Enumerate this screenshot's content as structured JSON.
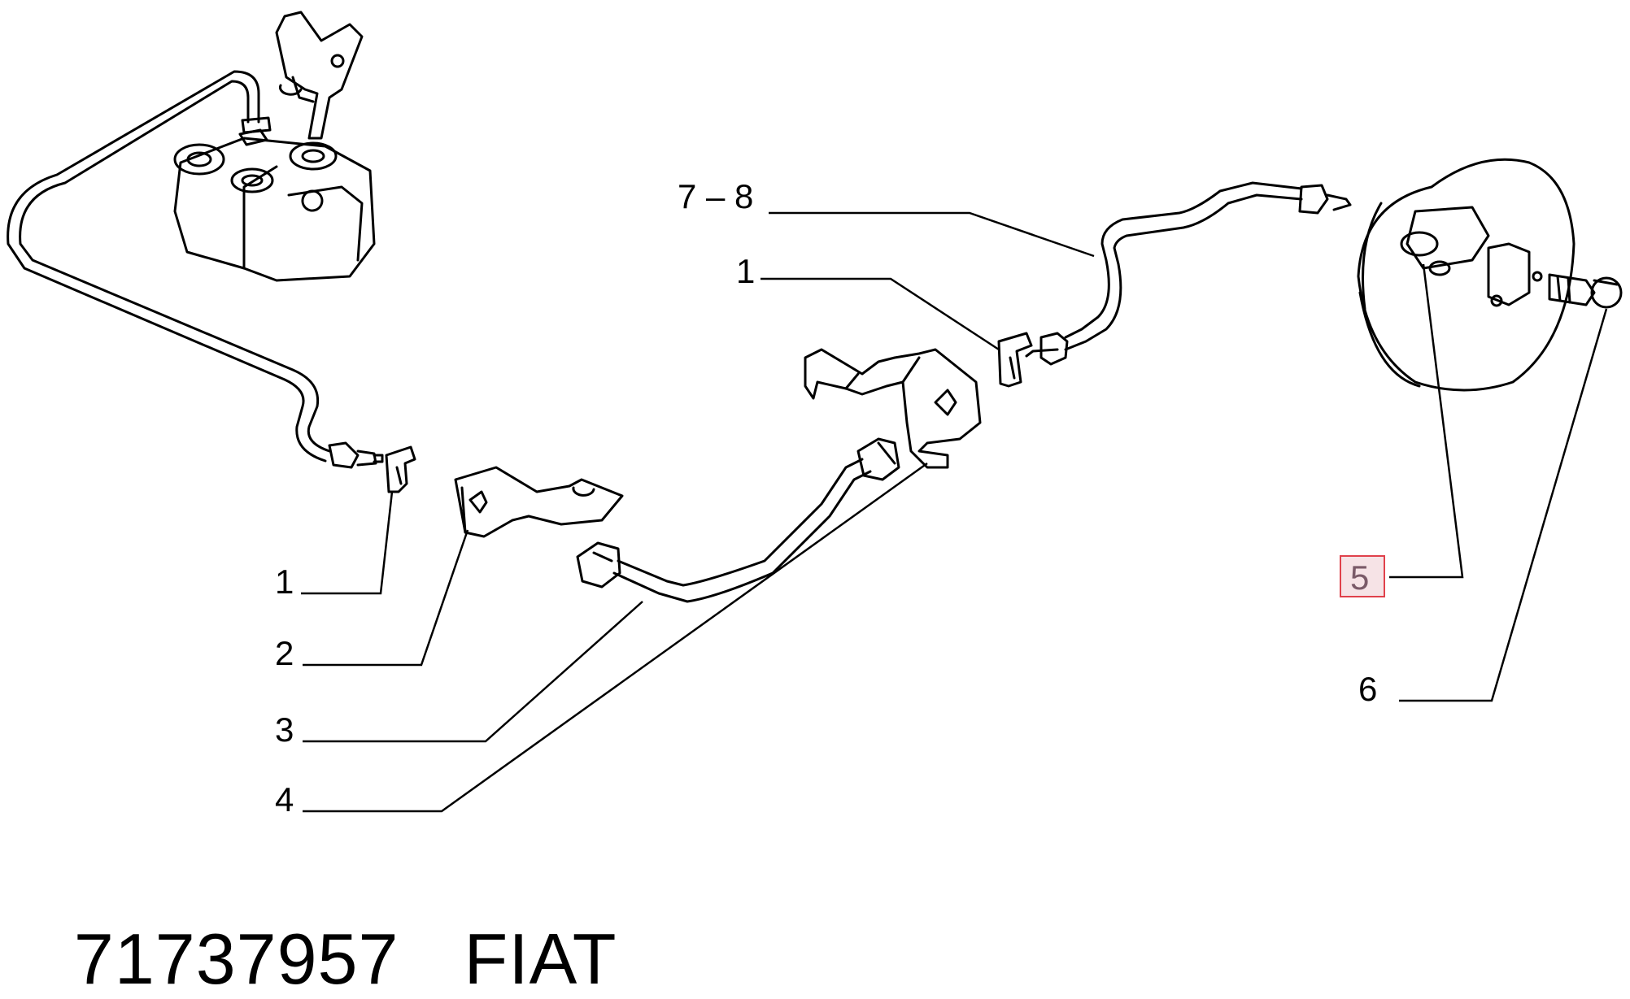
{
  "callouts": {
    "c1_left": "1",
    "c2": "2",
    "c3": "3",
    "c4": "4",
    "c5": "5",
    "c6": "6",
    "c78": "7 – 8",
    "c1_right": "1"
  },
  "highlight_color": "#e0414b",
  "highlight_fill": "#f6e3e6",
  "caption": {
    "part_number": "71737957",
    "brand": "FIAT"
  }
}
